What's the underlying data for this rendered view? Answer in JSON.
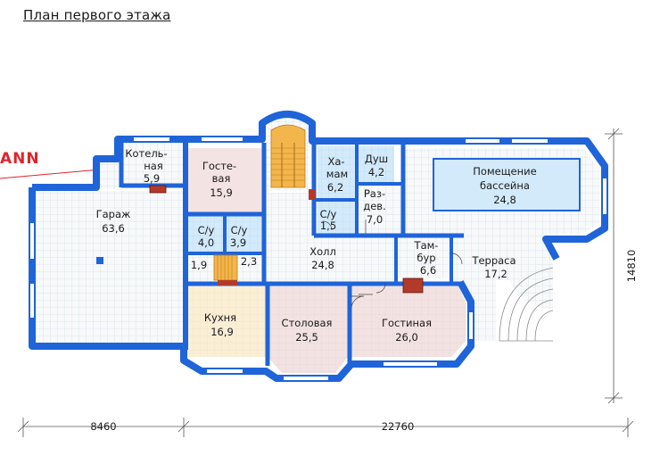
{
  "title": "План первого этажа",
  "brand": "ANN",
  "rooms": {
    "boiler": {
      "name": [
        "Котель-",
        "ная"
      ],
      "area": "5,9"
    },
    "guest": {
      "name": [
        "Госте-",
        "вая"
      ],
      "area": "15,9"
    },
    "garage": {
      "name": [
        "Гараж"
      ],
      "area": "63,6"
    },
    "su1": {
      "name": [
        "С/у"
      ],
      "area": "4,0"
    },
    "su2": {
      "name": [
        "С/у"
      ],
      "area": "3,9"
    },
    "area19": {
      "name": [],
      "area": "1,9"
    },
    "area23": {
      "name": [],
      "area": "2,3"
    },
    "hammam": {
      "name": [
        "Ха-",
        "мам"
      ],
      "area": "6,2"
    },
    "shower": {
      "name": [
        "Душ"
      ],
      "area": "4,2"
    },
    "su3": {
      "name": [
        "С/у"
      ],
      "area": "1,5"
    },
    "dressing": {
      "name": [
        "Раз-",
        "дев."
      ],
      "area": "7,0"
    },
    "pool": {
      "name": [
        "Помещение",
        "бассейна"
      ],
      "area": "24,8"
    },
    "hall": {
      "name": [
        "Холл"
      ],
      "area": "24,8"
    },
    "vestibule": {
      "name": [
        "Там-",
        "бур"
      ],
      "area": "6,6"
    },
    "terrace": {
      "name": [
        "Терраса"
      ],
      "area": "17,2"
    },
    "kitchen": {
      "name": [
        "Кухня"
      ],
      "area": "16,9"
    },
    "dining": {
      "name": [
        "Столовая"
      ],
      "area": "25,5"
    },
    "living": {
      "name": [
        "Гостиная"
      ],
      "area": "26,0"
    }
  },
  "dimensions": {
    "left_width": "8460",
    "main_width": "22760",
    "height": "14810"
  },
  "colors": {
    "wall": "#1f64d8",
    "wall_inner": "#2a78e8",
    "floor_grid": "#e9eef2",
    "pool": "#d3eafb",
    "guest_floor": "#f3e3e3",
    "kitchen_floor": "#faeed5",
    "dining_floor": "#f2e2e2",
    "stairs": "#f2b64c",
    "brand": "#e0242a"
  }
}
